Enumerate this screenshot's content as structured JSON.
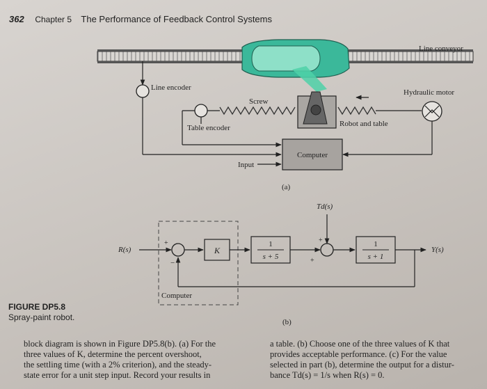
{
  "header": {
    "page_number": "362",
    "chapter": "Chapter 5",
    "title": "The Performance of Feedback Control Systems"
  },
  "figure_a": {
    "line_conveyor": "Line conveyor",
    "line_encoder": "Line encoder",
    "hydraulic_motor": "Hydraulic motor",
    "screw": "Screw",
    "table_encoder": "Table encoder",
    "robot_and_table": "Robot and table",
    "computer": "Computer",
    "input": "Input",
    "sublabel": "(a)"
  },
  "figure_b": {
    "disturbance": "Td(s)",
    "input": "R(s)",
    "output": "Y(s)",
    "gain": "K",
    "block1_num": "1",
    "block1_den": "s + 5",
    "block2_num": "1",
    "block2_den": "s + 1",
    "plus": "+",
    "minus": "−",
    "computer": "Computer",
    "sublabel": "(b)"
  },
  "caption": {
    "title": "FIGURE DP5.8",
    "text": "Spray-paint robot."
  },
  "body_left": [
    "block diagram is shown in Figure DP5.8(b). (a) For the",
    "three values of K, determine the percent overshoot,",
    "the settling time (with a 2% criterion), and the steady-",
    "state error for a unit step input. Record your results in"
  ],
  "body_right": [
    "a table. (b) Choose one of the three values of K that",
    "provides acceptable performance. (c) For the value",
    "selected in part (b), determine the output for a distur-",
    "bance Td(s) = 1/s when R(s) = 0."
  ],
  "colors": {
    "car": "#3bb89a",
    "paint": "#4fd1a8",
    "ink": "#222222"
  }
}
